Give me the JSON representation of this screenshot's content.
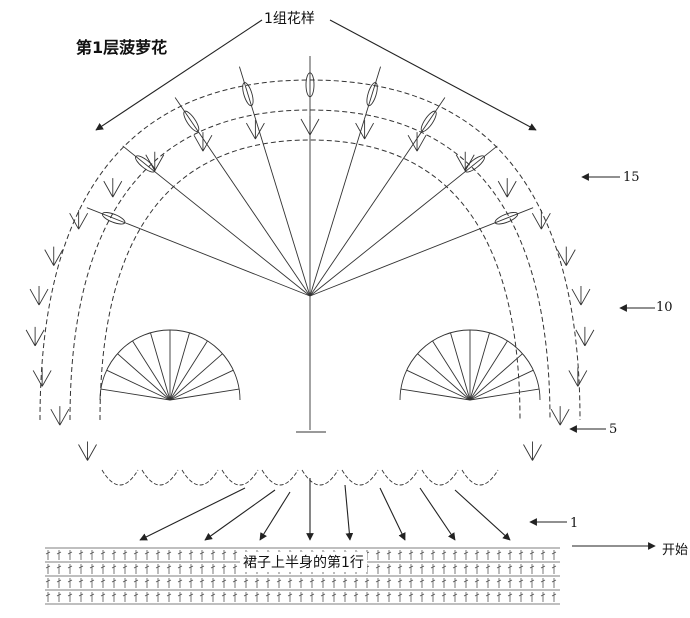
{
  "labels": {
    "title": "第1层菠萝花",
    "group": "1组花样",
    "row_15": "15",
    "row_10": "10",
    "row_5": "5",
    "row_1": "1",
    "start": "开始",
    "band": "裙子上半身的第1行"
  },
  "colors": {
    "ink": "#222222",
    "background": "#ffffff"
  }
}
